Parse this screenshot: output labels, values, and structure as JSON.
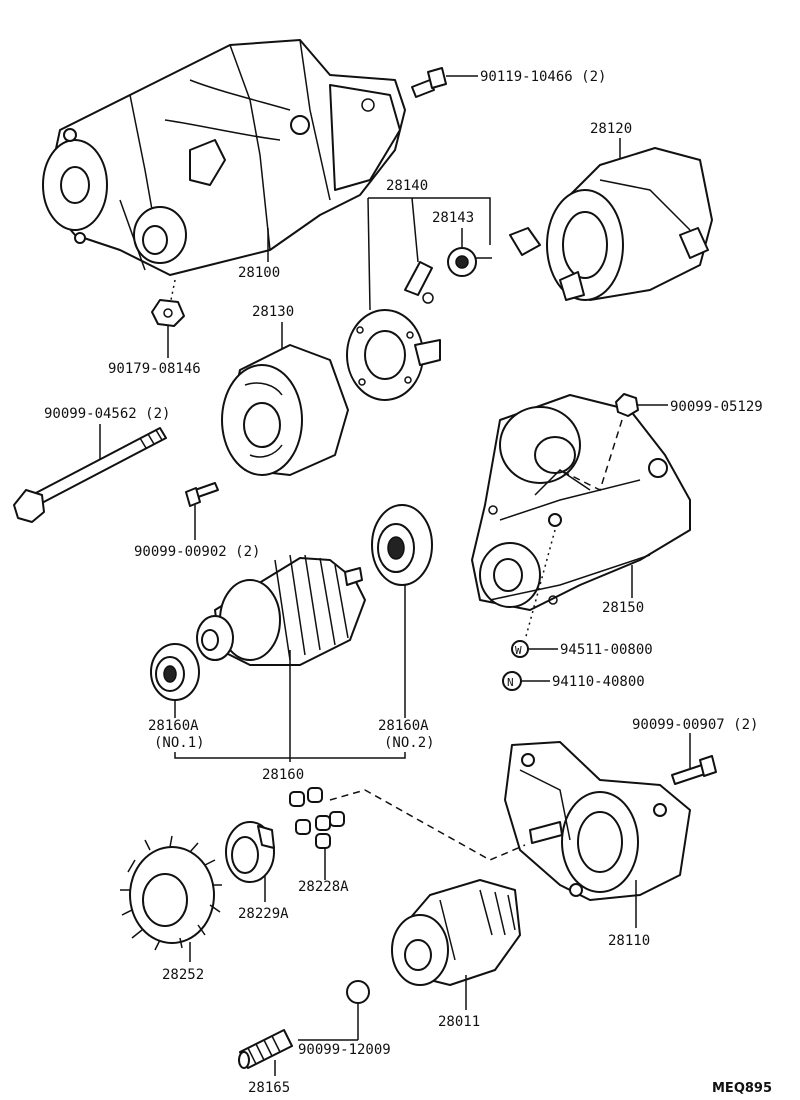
{
  "diagram": {
    "labels": {
      "p90119": "90119-10466 (2)",
      "p28120": "28120",
      "p28140": "28140",
      "p28143": "28143",
      "p28100": "28100",
      "p90179": "90179-08146",
      "p28130": "28130",
      "p90099_04562": "90099-04562 (2)",
      "p90099_05129": "90099-05129",
      "p90099_00902": "90099-00902 (2)",
      "p28150": "28150",
      "p94511": "94511-00800",
      "p94110": "94110-40800",
      "p28160A_1": "28160A",
      "p28160A_1_sub": "(NO.1)",
      "p28160A_2": "28160A",
      "p28160A_2_sub": "(NO.2)",
      "p28160": "28160",
      "p90099_00907": "90099-00907 (2)",
      "p28228A": "28228A",
      "p28229A": "28229A",
      "p28110": "28110",
      "p28252": "28252",
      "p28011": "28011",
      "p90099_12009": "90099-12009",
      "p28165": "28165",
      "footer_code": "MEQ895"
    },
    "washer_marks": {
      "w": "W",
      "n": "N"
    }
  }
}
